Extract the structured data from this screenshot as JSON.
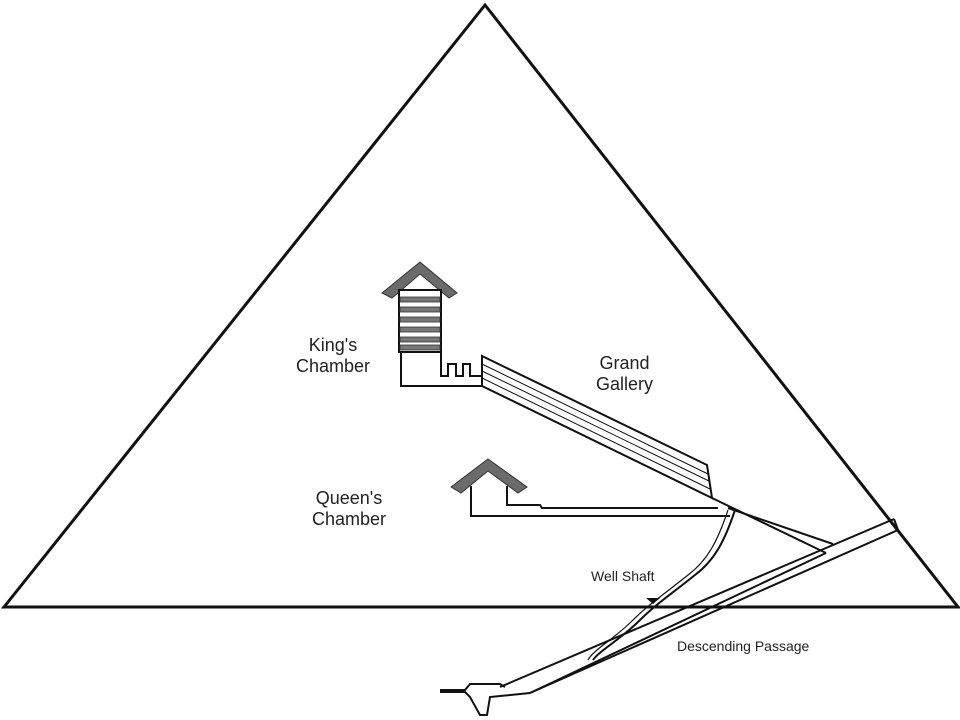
{
  "labels": {
    "kings_chamber": [
      "King's",
      "Chamber"
    ],
    "grand_gallery": [
      "Grand",
      "Gallery"
    ],
    "queens_chamber": [
      "Queen's",
      "Chamber"
    ],
    "well_shaft": "Well Shaft",
    "descending_passage": "Descending Passage"
  },
  "colors": {
    "line": "#111111",
    "roof": "#6b6b6b",
    "text": "#222222",
    "background": "#ffffff"
  }
}
